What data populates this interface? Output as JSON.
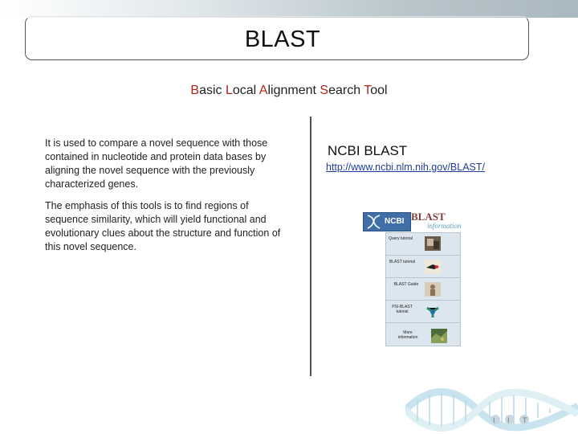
{
  "slide": {
    "title": "BLAST",
    "subtitle": {
      "parts": [
        {
          "text": "B",
          "highlight": true
        },
        {
          "text": "asic ",
          "highlight": false
        },
        {
          "text": "L",
          "highlight": true
        },
        {
          "text": "ocal ",
          "highlight": false
        },
        {
          "text": "A",
          "highlight": true
        },
        {
          "text": "lignment ",
          "highlight": false
        },
        {
          "text": "S",
          "highlight": true
        },
        {
          "text": "earch ",
          "highlight": false
        },
        {
          "text": "T",
          "highlight": true
        },
        {
          "text": "ool",
          "highlight": false
        }
      ],
      "highlight_color": "#b02318"
    },
    "left_paragraphs": [
      "It is used to compare a novel sequence with those contained in nucleotide and protein data bases by aligning the novel sequence with the previously characterized genes.",
      "The emphasis of this tools is to find regions of sequence similarity, which will yield functional and evolutionary clues about the structure and function of this novel sequence."
    ],
    "right_heading": "NCBI BLAST",
    "right_link": "http://www.ncbi.nlm.nih.gov/BLAST/",
    "link_color": "#1f3e9b"
  },
  "screenshot": {
    "logo_text": "NCBI",
    "header_title": "BLAST",
    "header_sub": "information",
    "cells": [
      {
        "label": "Query tutorial",
        "icon": "photo-thumb"
      },
      {
        "label": "BLAST tutorial",
        "icon": "bird-thumb"
      },
      {
        "label": "BLAST Guide",
        "icon": "figure-thumb"
      },
      {
        "label": "PSI-BLAST tutorial",
        "icon": "molecule-thumb"
      },
      {
        "label": "More information",
        "icon": "map-thumb"
      }
    ]
  }
}
